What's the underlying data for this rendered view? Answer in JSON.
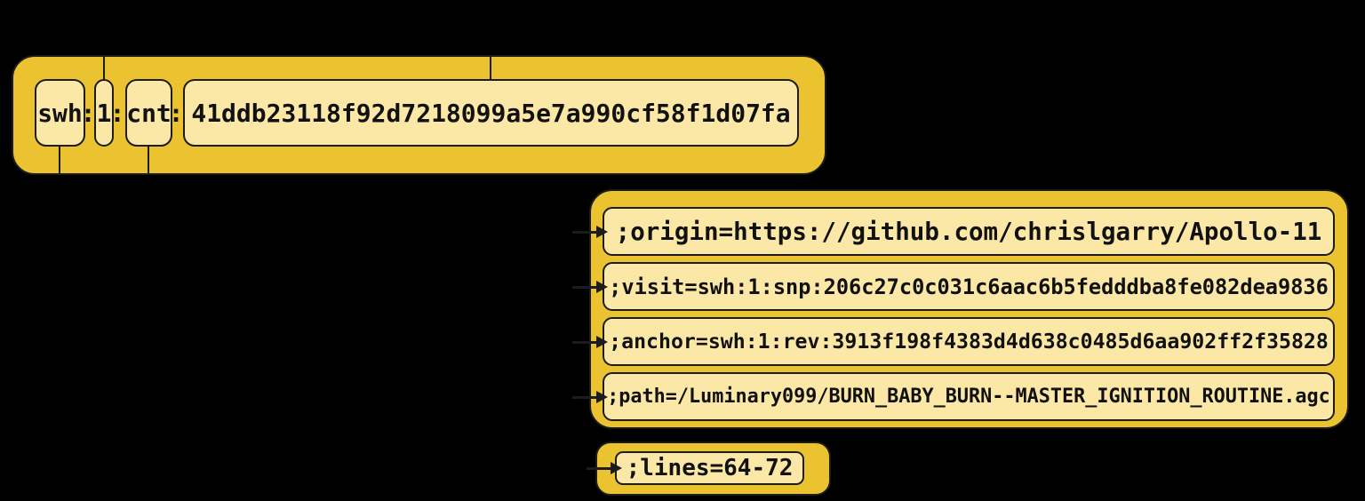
{
  "colors": {
    "gold": "#ebc331",
    "cream": "#fce8a6",
    "line": "#1c1c1c",
    "background": "#000000"
  },
  "swhid": {
    "scheme": "swh",
    "separator": ":",
    "version": "1",
    "object_type": "cnt",
    "object_id": "41ddb23118f92d7218099a5e7a990cf58f1d07fa"
  },
  "qualifiers": {
    "rows": [
      {
        "name": "origin",
        "text": ";origin=https://github.com/chrislgarry/Apollo-11"
      },
      {
        "name": "visit",
        "text": ";visit=swh:1:snp:206c27c0c031c6aac6b5fedddba8fe082dea9836"
      },
      {
        "name": "anchor",
        "text": ";anchor=swh:1:rev:3913f198f4383d4d638c0485d6aa902ff2f35828"
      },
      {
        "name": "path",
        "text": ";path=/Luminary099/BURN_BABY_BURN--MASTER_IGNITION_ROUTINE.agc"
      }
    ]
  },
  "lines_qualifier": {
    "text": ";lines=64-72"
  }
}
